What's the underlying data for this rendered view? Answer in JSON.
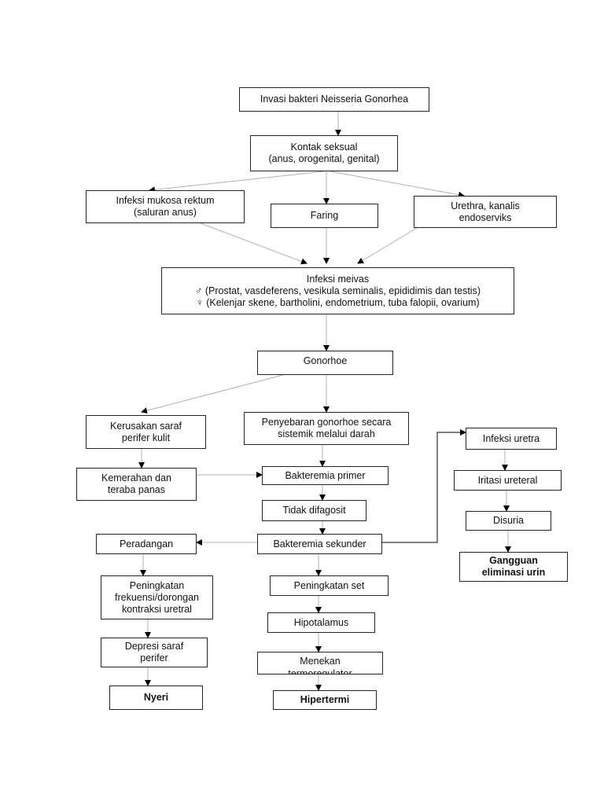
{
  "nodes": {
    "invasi": [
      "Invasi bakteri Neisseria Gonorhea"
    ],
    "kontak": [
      "Kontak seksual",
      "(anus, orogenital, genital)"
    ],
    "mukosa": [
      "Infeksi mukosa rektum",
      "(saluran anus)"
    ],
    "faring": [
      "Faring"
    ],
    "urethra": [
      "Urethra, kanalis",
      "endoserviks"
    ],
    "meivas": [
      "Infeksi meivas",
      "♂   (Prostat, vasdeferens, vesikula seminalis, epididimis dan testis)",
      "♀   (Kelenjar skene, bartholini, endometrium, tuba falopii, ovarium)"
    ],
    "gonorhoe": [
      "Gonorhoe"
    ],
    "kerusakan": [
      "Kerusakan saraf",
      "perifer kulit"
    ],
    "penyebaran": [
      "Penyebaran gonorhoe secara",
      "sistemik melalui darah"
    ],
    "kemerahan": [
      "Kemerahan dan",
      "teraba panas"
    ],
    "primer": [
      "Bakteremia primer"
    ],
    "difagosit": [
      "Tidak difagosit"
    ],
    "peradangan": [
      "Peradangan"
    ],
    "sekunder": [
      "Bakteremia sekunder"
    ],
    "frekuensi": [
      "Peningkatan",
      "frekuensi/dorongan",
      "kontraksi uretral"
    ],
    "set": [
      "Peningkatan set"
    ],
    "hipotalamus": [
      "Hipotalamus"
    ],
    "depresi": [
      "Depresi saraf",
      "perifer"
    ],
    "menekan": [
      "Menekan",
      "termoregulator"
    ],
    "nyeri": [
      "Nyeri"
    ],
    "hipertermi": [
      "Hipertermi"
    ],
    "uretra": [
      "Infeksi uretra"
    ],
    "iritasi": [
      "Iritasi ureteral"
    ],
    "disuria": [
      "Disuria"
    ],
    "gangguan": [
      "Gangguan",
      "eliminasi urin"
    ]
  },
  "colors": {
    "line": "#b0b0b0",
    "arrowhead": "#000000",
    "border": "#222222"
  }
}
